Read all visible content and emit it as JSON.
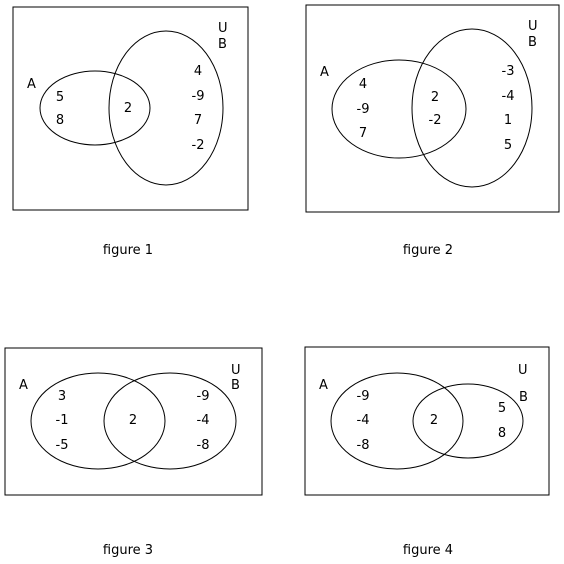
{
  "figures": [
    {
      "caption": "figure 1",
      "universal_label": "U",
      "set_a_label": "A",
      "set_b_label": "B",
      "a_only": [
        "5",
        "8"
      ],
      "intersection": [
        "2"
      ],
      "b_only": [
        "4",
        "-9",
        "7",
        "-2"
      ]
    },
    {
      "caption": "figure 2",
      "universal_label": "U",
      "set_a_label": "A",
      "set_b_label": "B",
      "a_only": [
        "4",
        "-9",
        "7"
      ],
      "intersection": [
        "2",
        "-2"
      ],
      "b_only": [
        "-3",
        "-4",
        "1",
        "5"
      ]
    },
    {
      "caption": "figure 3",
      "universal_label": "U",
      "set_a_label": "A",
      "set_b_label": "B",
      "a_only": [
        "3",
        "-1",
        "-5"
      ],
      "intersection": [
        "2"
      ],
      "b_only": [
        "-9",
        "-4",
        "-8"
      ]
    },
    {
      "caption": "figure 4",
      "universal_label": "U",
      "set_a_label": "A",
      "set_b_label": "B",
      "a_only": [
        "-9",
        "-4",
        "-8"
      ],
      "intersection": [
        "2"
      ],
      "b_only": [
        "5",
        "8"
      ]
    }
  ]
}
